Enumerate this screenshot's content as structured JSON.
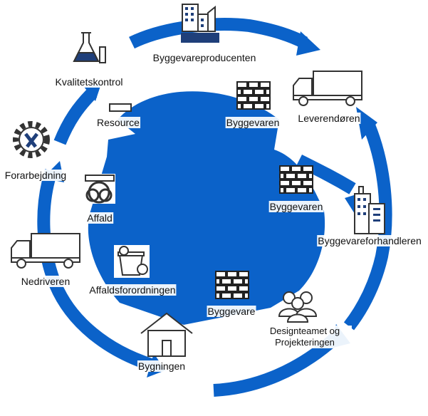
{
  "colors": {
    "accent": "#0b62c9",
    "icon_fill": "#1f3f7a",
    "ink": "#111111"
  },
  "nodes": {
    "producer": {
      "label": "Byggevareproducenten",
      "icon": "factory-icon"
    },
    "supplier": {
      "label": "Leverendøren",
      "icon": "truck-icon"
    },
    "dealer": {
      "label": "Byggevareforhandleren",
      "icon": "office-buildings-icon"
    },
    "design": {
      "label": "Designteamet og Projekteringen",
      "icon": "people-group-icon"
    },
    "building": {
      "label": "Bygningen",
      "icon": "house-icon"
    },
    "demolisher": {
      "label": "Nedriveren",
      "icon": "truck-icon"
    },
    "processing": {
      "label": "Forarbejdning",
      "icon": "gear-tools-icon"
    },
    "quality": {
      "label": "Kvalitetskontrol",
      "icon": "lab-flask-icon"
    }
  },
  "inner": {
    "resource": {
      "label": "Resource",
      "icon": "bar-icon"
    },
    "product_1": {
      "label": "Byggevaren",
      "icon": "brick-wall-icon"
    },
    "product_2": {
      "label": "Byggevaren",
      "icon": "brick-wall-icon"
    },
    "product_3": {
      "label": "Byggevare",
      "icon": "brick-wall-icon"
    },
    "waste": {
      "label": "Affald",
      "icon": "biohazard-icon"
    },
    "waste_regulation": {
      "label": "Affaldsforordningen",
      "icon": "waste-bin-icon"
    }
  }
}
